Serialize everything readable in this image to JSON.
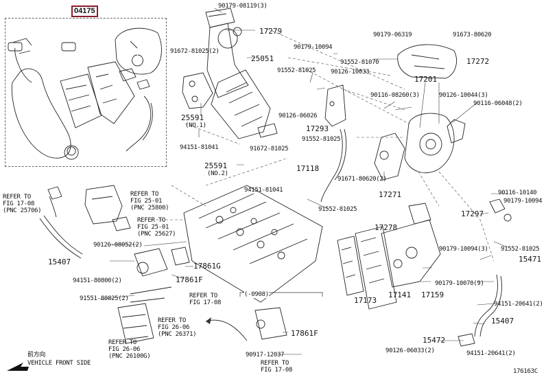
{
  "diagram_id": "04175",
  "figure_code": "176163C",
  "front_label": "VEHICLE FRONT SIDE",
  "front_cjk": "前方向",
  "range_mark": "(-0908)",
  "labels": {
    "p17279": "17279",
    "p25051": "25051",
    "p17272": "17272",
    "p17201": "17201",
    "p25591a": "25591",
    "p25591a_sub": "(NO.1)",
    "p25591b": "25591",
    "p25591b_sub": "(NO.2)",
    "p17293": "17293",
    "p17118": "17118",
    "p17271": "17271",
    "p17297": "17297",
    "p17278": "17278",
    "p15471": "15471",
    "p15407": "15407",
    "p15472": "15472",
    "p17173": "17173",
    "p17141": "17141",
    "p17159": "17159",
    "p15407b": "15407",
    "p17861g1": "17861G",
    "p17861f1": "17861F",
    "p17861f2": "17861F",
    "b90179_08119": "90179-08119(3)",
    "b91672_81025": "91672-81025(2)",
    "b90179_10094a": "90179-10094",
    "b91552_81070": "91552-81070",
    "b91552_81025a": "91552-81025",
    "b90126_10033": "90126-10033",
    "b90179_06319": "90179-06319",
    "b91673_80620": "91673-80620",
    "b90116_08260": "90116-08260(3)",
    "b90126_10044": "90126-10044(3)",
    "b90116_06048": "90116-06048(2)",
    "b90126_06026": "90126-06026",
    "b91552_81025b": "91552-81025",
    "b94151_81041a": "94151-81041",
    "b91672_81025b": "91672-81025",
    "b94151_81041b": "94151-81041",
    "b91671_80620": "91671-80620(2)",
    "b91552_81025c": "91552-81025",
    "b90116_10140": "90116-10140",
    "b90179_10094b": "90179-10094",
    "b91552_81025d": "91552-81025",
    "b90179_10094c": "90179-10094(3)",
    "b90179_10070": "90179-10070(9)",
    "b94151_20641a": "94151-20641(2)",
    "b90126_06033": "90126-06033(2)",
    "b94151_20641b": "94151-20641(2)",
    "b90126_08052": "90126-08052(2)",
    "b94151_80800": "94151-80800(2)",
    "b91551_80825": "91551-80825(2)",
    "b90917_12037": "90917-12037"
  },
  "refs": {
    "r1": [
      "REFER TO",
      "FIG 17-08",
      "(PNC 25706)"
    ],
    "r2": [
      "REFER TO",
      "FIG 25-01",
      "(PNC 25800)"
    ],
    "r3": [
      "REFER TO",
      "FIG 25-01",
      "(PNC 25627)"
    ],
    "r4": [
      "REFER TO",
      "FIG 17-08"
    ],
    "r5": [
      "REFER TO",
      "FIG 26-06",
      "(PNC 26371)"
    ],
    "r6": [
      "REFER TO",
      "FIG 26-06",
      "(PNC 26100G)"
    ],
    "r7": [
      "REFER TO",
      "FIG 17-08"
    ],
    "p15407_left": "15407"
  }
}
